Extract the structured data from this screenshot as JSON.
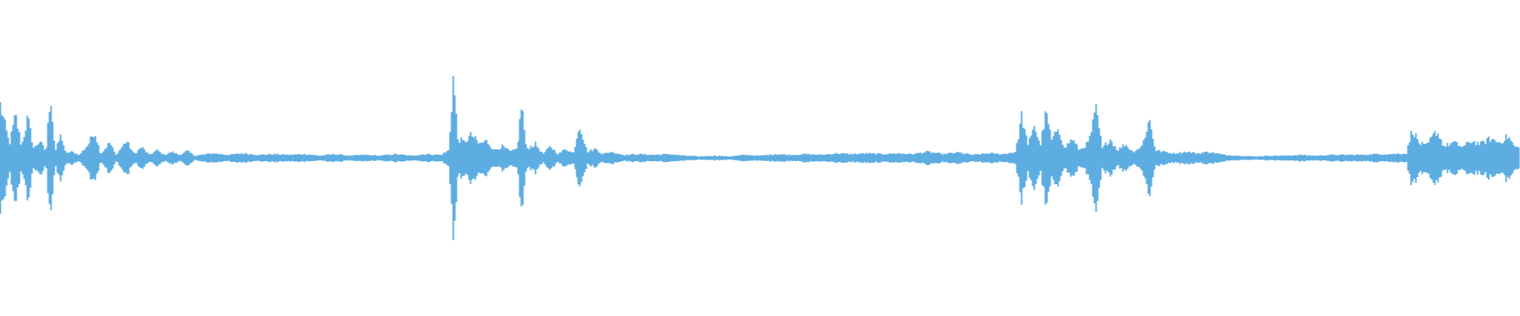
{
  "waveform": {
    "color": "#5dade2",
    "background": "#ffffff",
    "envelope": [
      [
        0.0,
        0.68
      ],
      [
        0.006,
        0.18
      ],
      [
        0.01,
        0.55
      ],
      [
        0.014,
        0.15
      ],
      [
        0.018,
        0.52
      ],
      [
        0.022,
        0.12
      ],
      [
        0.026,
        0.22
      ],
      [
        0.03,
        0.08
      ],
      [
        0.033,
        0.86
      ],
      [
        0.036,
        0.08
      ],
      [
        0.04,
        0.3
      ],
      [
        0.043,
        0.06
      ],
      [
        0.047,
        0.08
      ],
      [
        0.052,
        0.04
      ],
      [
        0.058,
        0.18
      ],
      [
        0.062,
        0.35
      ],
      [
        0.066,
        0.05
      ],
      [
        0.072,
        0.2
      ],
      [
        0.076,
        0.04
      ],
      [
        0.083,
        0.22
      ],
      [
        0.088,
        0.05
      ],
      [
        0.093,
        0.14
      ],
      [
        0.098,
        0.04
      ],
      [
        0.103,
        0.1
      ],
      [
        0.108,
        0.04
      ],
      [
        0.113,
        0.08
      ],
      [
        0.118,
        0.04
      ],
      [
        0.123,
        0.09
      ],
      [
        0.128,
        0.03
      ],
      [
        0.14,
        0.06
      ],
      [
        0.15,
        0.04
      ],
      [
        0.16,
        0.06
      ],
      [
        0.17,
        0.04
      ],
      [
        0.18,
        0.05
      ],
      [
        0.19,
        0.04
      ],
      [
        0.2,
        0.05
      ],
      [
        0.21,
        0.03
      ],
      [
        0.22,
        0.05
      ],
      [
        0.23,
        0.03
      ],
      [
        0.24,
        0.04
      ],
      [
        0.25,
        0.03
      ],
      [
        0.26,
        0.05
      ],
      [
        0.27,
        0.03
      ],
      [
        0.28,
        0.05
      ],
      [
        0.29,
        0.04
      ],
      [
        0.295,
        0.1
      ],
      [
        0.298,
        1.05
      ],
      [
        0.301,
        0.25
      ],
      [
        0.305,
        0.2
      ],
      [
        0.31,
        0.3
      ],
      [
        0.315,
        0.18
      ],
      [
        0.32,
        0.22
      ],
      [
        0.325,
        0.1
      ],
      [
        0.33,
        0.15
      ],
      [
        0.336,
        0.08
      ],
      [
        0.34,
        0.12
      ],
      [
        0.343,
        0.72
      ],
      [
        0.346,
        0.12
      ],
      [
        0.352,
        0.18
      ],
      [
        0.357,
        0.05
      ],
      [
        0.362,
        0.15
      ],
      [
        0.367,
        0.05
      ],
      [
        0.372,
        0.12
      ],
      [
        0.377,
        0.06
      ],
      [
        0.381,
        0.45
      ],
      [
        0.386,
        0.08
      ],
      [
        0.392,
        0.12
      ],
      [
        0.396,
        0.05
      ],
      [
        0.402,
        0.08
      ],
      [
        0.41,
        0.04
      ],
      [
        0.42,
        0.05
      ],
      [
        0.43,
        0.04
      ],
      [
        0.44,
        0.05
      ],
      [
        0.45,
        0.03
      ],
      [
        0.46,
        0.02
      ],
      [
        0.47,
        0.03
      ],
      [
        0.48,
        0.02
      ],
      [
        0.49,
        0.04
      ],
      [
        0.5,
        0.03
      ],
      [
        0.51,
        0.05
      ],
      [
        0.52,
        0.04
      ],
      [
        0.53,
        0.05
      ],
      [
        0.54,
        0.04
      ],
      [
        0.55,
        0.06
      ],
      [
        0.56,
        0.05
      ],
      [
        0.57,
        0.06
      ],
      [
        0.58,
        0.05
      ],
      [
        0.59,
        0.06
      ],
      [
        0.6,
        0.05
      ],
      [
        0.61,
        0.08
      ],
      [
        0.62,
        0.05
      ],
      [
        0.63,
        0.07
      ],
      [
        0.64,
        0.04
      ],
      [
        0.65,
        0.06
      ],
      [
        0.66,
        0.05
      ],
      [
        0.668,
        0.08
      ],
      [
        0.672,
        0.55
      ],
      [
        0.676,
        0.15
      ],
      [
        0.68,
        0.45
      ],
      [
        0.684,
        0.15
      ],
      [
        0.688,
        0.58
      ],
      [
        0.692,
        0.2
      ],
      [
        0.696,
        0.42
      ],
      [
        0.7,
        0.12
      ],
      [
        0.705,
        0.25
      ],
      [
        0.71,
        0.1
      ],
      [
        0.716,
        0.2
      ],
      [
        0.721,
        0.62
      ],
      [
        0.725,
        0.12
      ],
      [
        0.73,
        0.25
      ],
      [
        0.735,
        0.1
      ],
      [
        0.74,
        0.18
      ],
      [
        0.745,
        0.08
      ],
      [
        0.751,
        0.15
      ],
      [
        0.756,
        0.5
      ],
      [
        0.76,
        0.1
      ],
      [
        0.766,
        0.08
      ],
      [
        0.772,
        0.06
      ],
      [
        0.78,
        0.08
      ],
      [
        0.788,
        0.06
      ],
      [
        0.795,
        0.08
      ],
      [
        0.805,
        0.04
      ],
      [
        0.815,
        0.03
      ],
      [
        0.825,
        0.02
      ],
      [
        0.835,
        0.03
      ],
      [
        0.845,
        0.03
      ],
      [
        0.855,
        0.04
      ],
      [
        0.865,
        0.03
      ],
      [
        0.875,
        0.04
      ],
      [
        0.885,
        0.04
      ],
      [
        0.895,
        0.04
      ],
      [
        0.905,
        0.05
      ],
      [
        0.915,
        0.05
      ],
      [
        0.925,
        0.06
      ],
      [
        0.929,
        0.38
      ],
      [
        0.933,
        0.2
      ],
      [
        0.938,
        0.15
      ],
      [
        0.945,
        0.35
      ],
      [
        0.95,
        0.15
      ],
      [
        0.956,
        0.2
      ],
      [
        0.962,
        0.14
      ],
      [
        0.968,
        0.22
      ],
      [
        0.974,
        0.18
      ],
      [
        0.98,
        0.25
      ],
      [
        0.986,
        0.2
      ],
      [
        0.992,
        0.28
      ],
      [
        0.996,
        0.15
      ],
      [
        1.0,
        0.12
      ]
    ]
  }
}
